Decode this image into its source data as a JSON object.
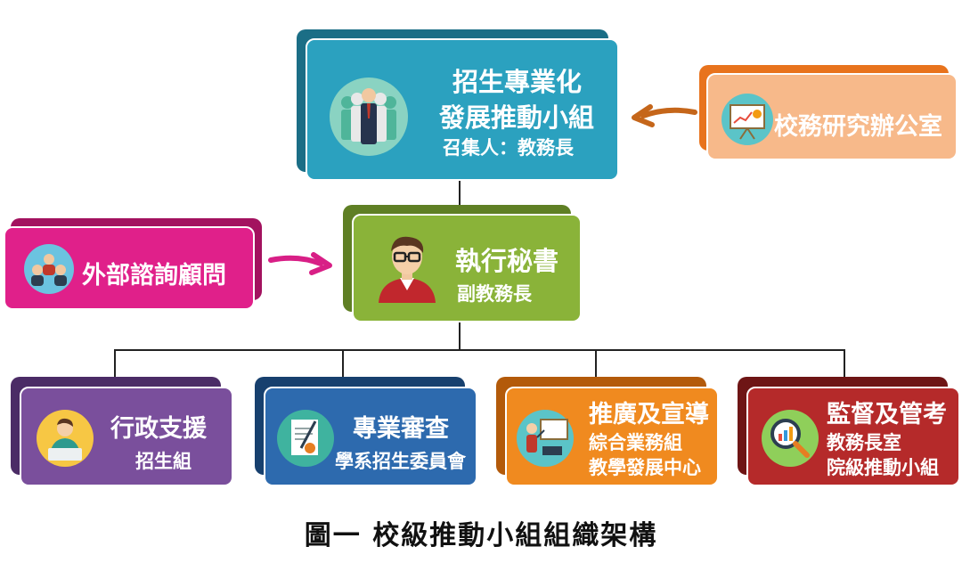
{
  "top": {
    "title_line1": "招生專業化",
    "title_line2": "發展推動小組",
    "convener": "召集人：教務長"
  },
  "research_office": {
    "label": "校務研究辦公室"
  },
  "external_advisor": {
    "label": "外部諮詢顧問"
  },
  "executive": {
    "title": "執行秘書",
    "subtitle": "副教務長"
  },
  "branches": [
    {
      "title": "行政支援",
      "line1": "招生組"
    },
    {
      "title": "專業審查",
      "line1": "學系招生委員會"
    },
    {
      "title": "推廣及宣導",
      "line1": "綜合業務組",
      "line2": "教學發展中心"
    },
    {
      "title": "監督及管考",
      "line1": "教務長室",
      "line2": "院級推動小組"
    }
  ],
  "caption": "圖一 校級推動小組組織架構",
  "colors": {
    "top_front": "#2ba1bf",
    "top_back": "#1b6e86",
    "orange_front": "#f7b98a",
    "orange_back": "#e8731d",
    "pink_front": "#e0208a",
    "pink_back": "#a3125f",
    "green_front": "#8ab339",
    "green_back": "#5f7f24",
    "purple_front": "#7a4f9c",
    "purple_back": "#4b2c66",
    "blue_front": "#2d6aae",
    "blue_back": "#17406e",
    "amber_front": "#f08a1f",
    "amber_back": "#b35a0a",
    "red_front": "#b52a2a",
    "red_back": "#6e1515"
  }
}
